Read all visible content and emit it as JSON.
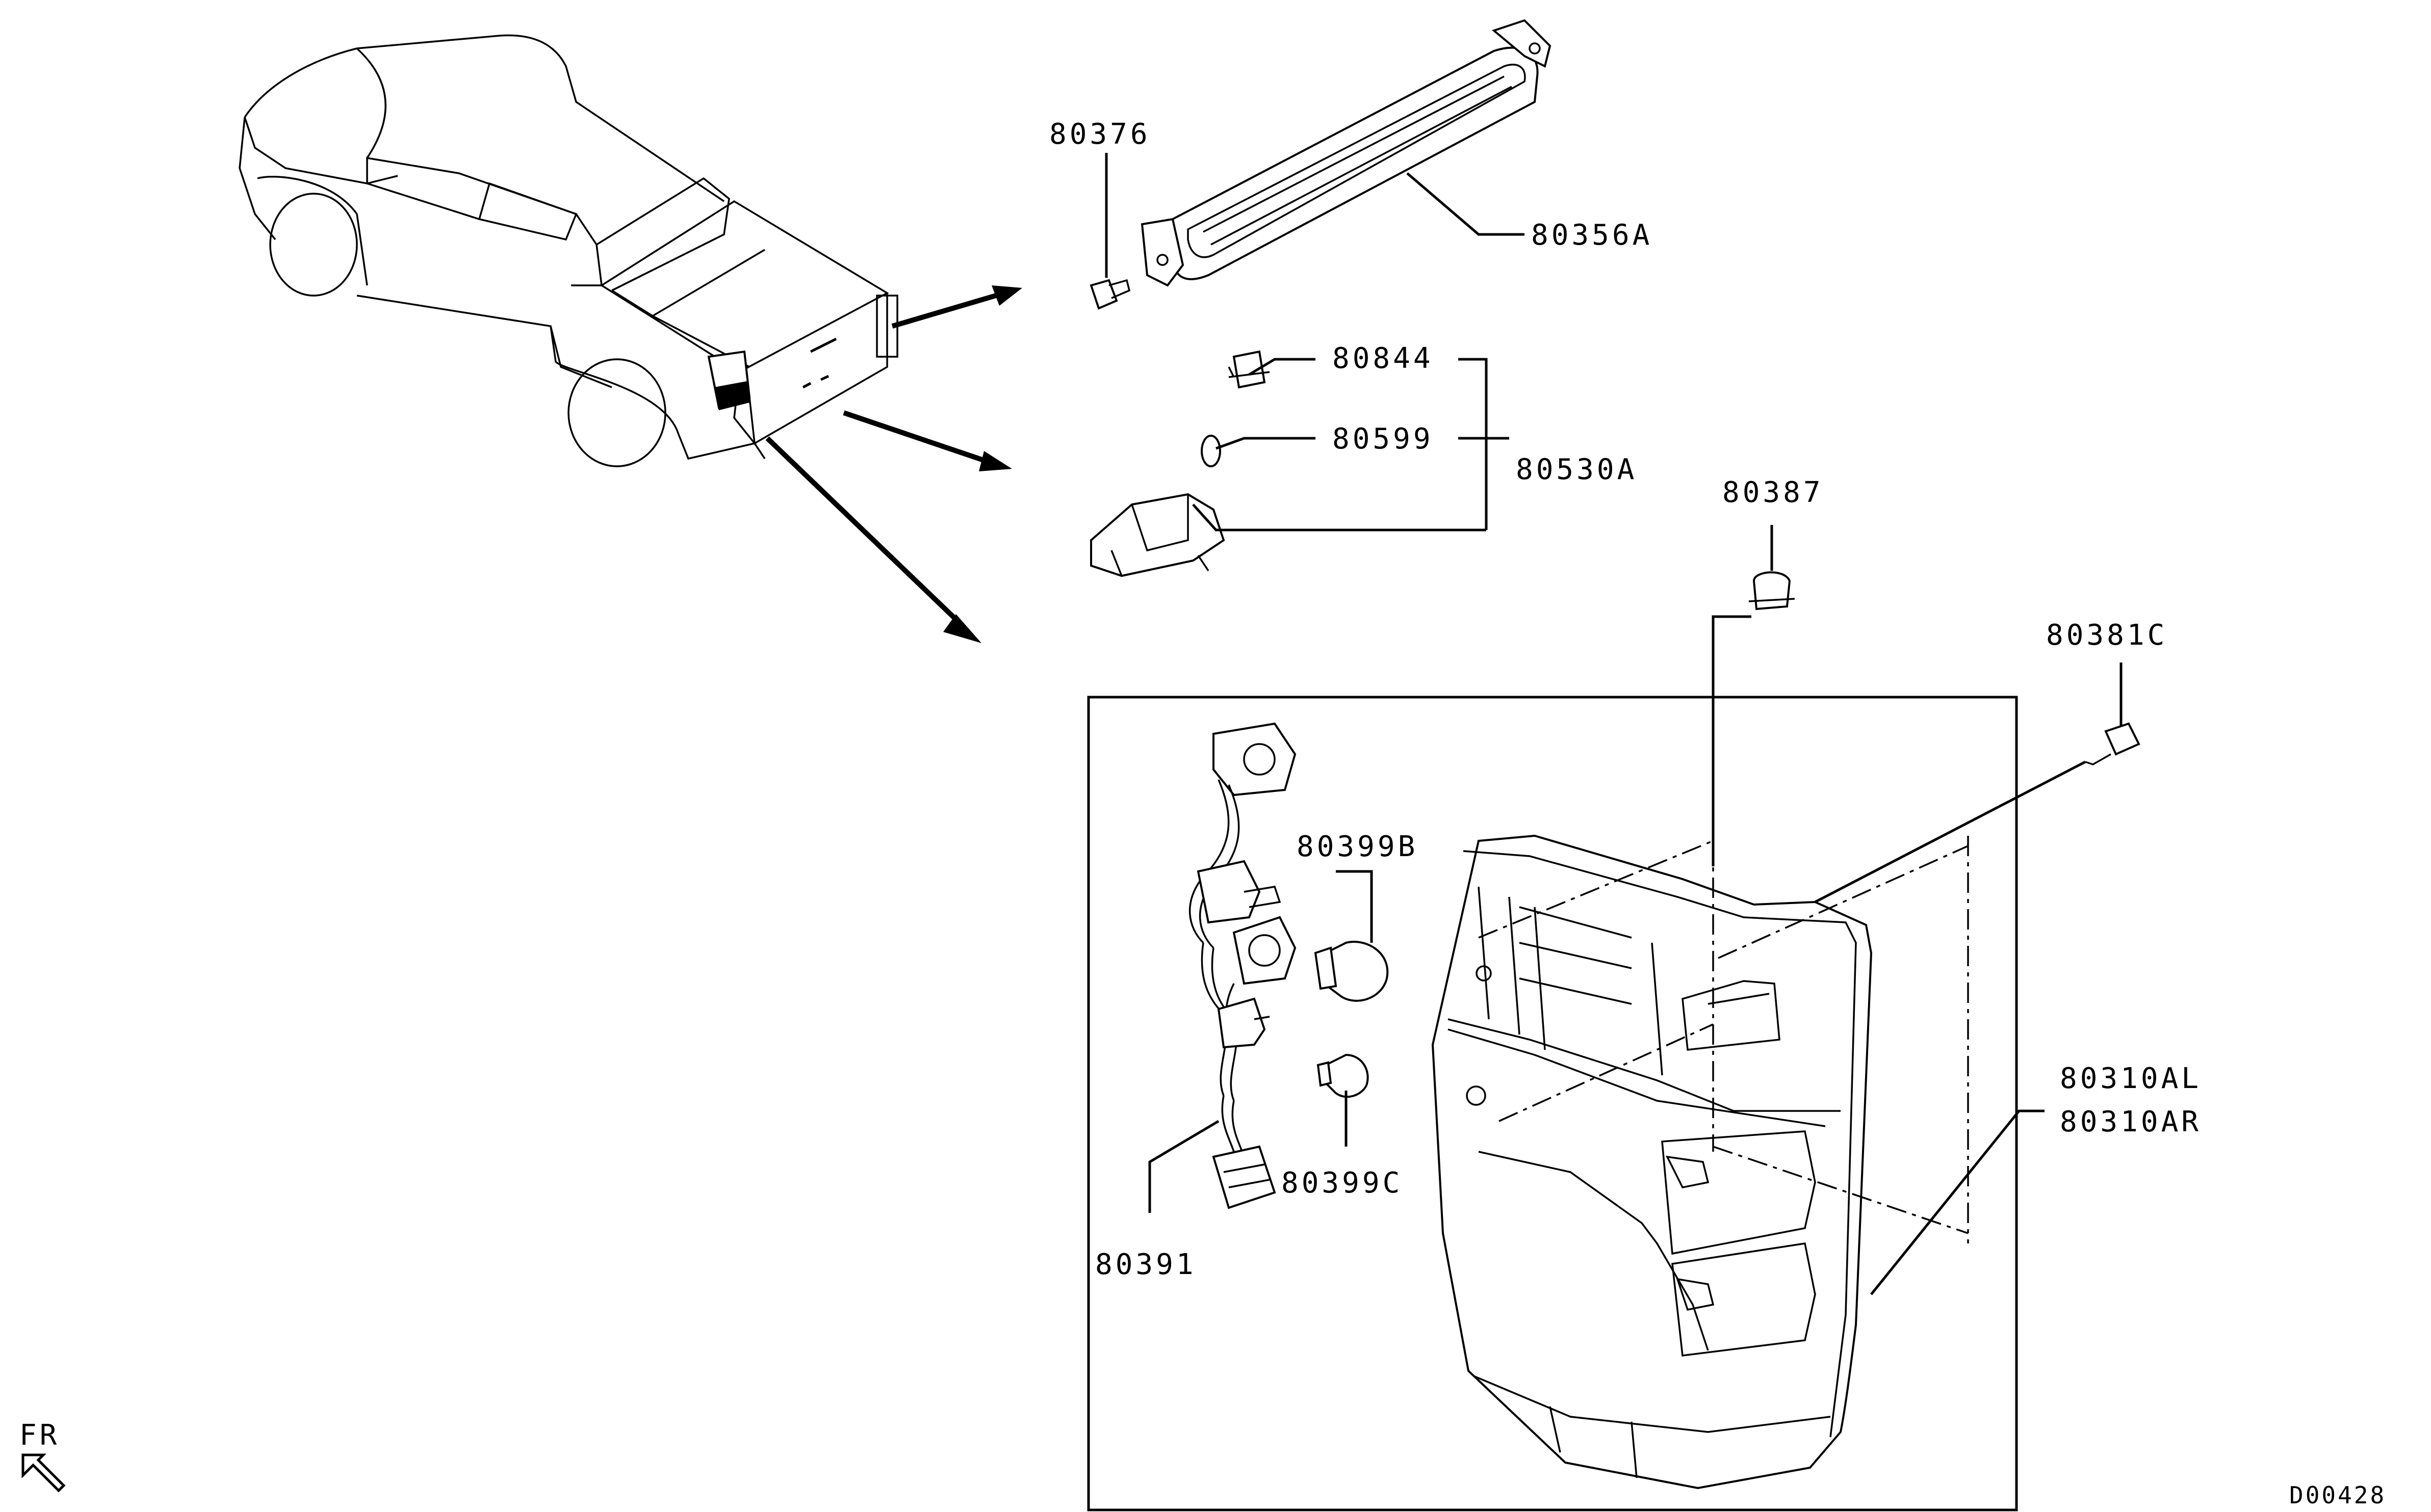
{
  "diagram": {
    "parts": {
      "p80376": "80376",
      "p80356A": "80356A",
      "p80844": "80844",
      "p80599": "80599",
      "p80530A": "80530A",
      "p80387": "80387",
      "p80381C": "80381C",
      "p80399B": "80399B",
      "p80399C": "80399C",
      "p80391": "80391",
      "p80310AL": "80310AL",
      "p80310AR": "80310AR"
    },
    "direction": "FR",
    "code": "D00428"
  }
}
